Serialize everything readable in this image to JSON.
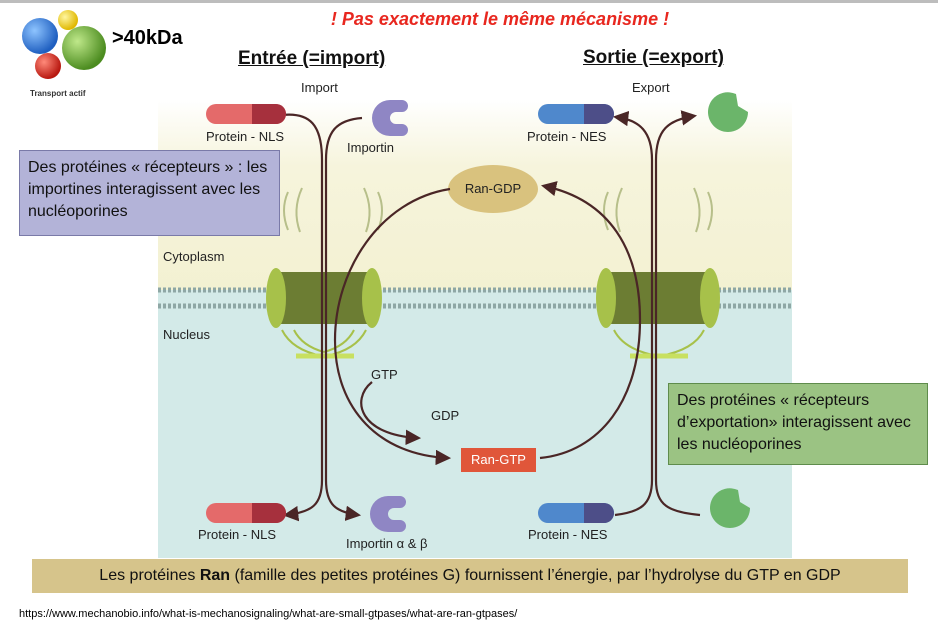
{
  "warning": "! Pas exactement le même mécanisme !",
  "legend": {
    "size_label": ">40kDa",
    "transport_label": "Transport actif"
  },
  "headings": {
    "import": "Entrée (=import)",
    "export": "Sortie (=export)"
  },
  "figure": {
    "import_label": "Import",
    "export_label": "Export",
    "protein_nls_top": "Protein - NLS",
    "importin_top": "Importin",
    "protein_nes_top": "Protein - NES",
    "ran_gdp": "Ran-GDP",
    "cytoplasm": "Cytoplasm",
    "nucleus": "Nucleus",
    "gtp": "GTP",
    "gdp": "GDP",
    "ran_gtp": "Ran-GTP",
    "protein_nls_bottom": "Protein - NLS",
    "importin_bottom": "Importin α & β",
    "protein_nes_bottom": "Protein - NES"
  },
  "callouts": {
    "import_receptors": "Des protéines « récepteurs » : les importines interagissent avec les nucléoporines",
    "export_receptors": "Des protéines « récepteurs d’exportation» interagissent avec les nucléoporines"
  },
  "ran_box": {
    "before": "Les protéines ",
    "bold": "Ran",
    "after": " (famille des petites protéines G) fournissent l’énergie, par l’hydrolyse du GTP en GDP"
  },
  "source_url": "https://www.mechanobio.info/what-is-mechanosignaling/what-are-small-gtpases/what-are-ran-gtpases/",
  "colors": {
    "cytoplasm_bg": "#f6f4dc",
    "nucleus_bg": "#d3eae8",
    "pore": "#6c7d33",
    "pore_rim": "#a7c14a",
    "membrane": "#8ea7a5",
    "arrow": "#4a2626",
    "nls_light": "#e46a6a",
    "nls_dark": "#a6303d",
    "nes_light": "#4f88cc",
    "nes_dark": "#4d4e88",
    "importin": "#8f86c4",
    "exportin": "#6bb56a",
    "ran_gdp": "#d9c27e",
    "ran_gtp": "#e0563a"
  }
}
